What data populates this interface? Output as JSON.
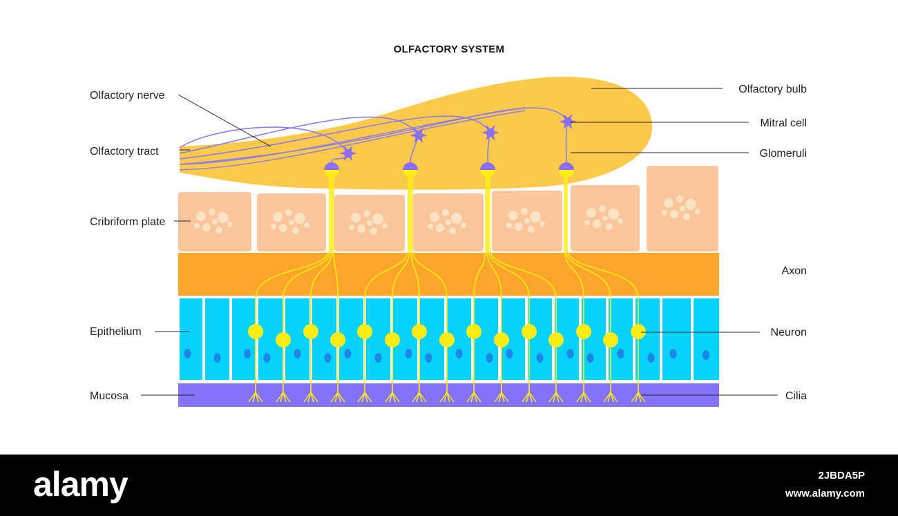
{
  "title": "OLFACTORY SYSTEM",
  "labels": {
    "olfactory_nerve": "Olfactory nerve",
    "olfactory_tract": "Olfactory tract",
    "cribriform_plate": "Cribriform plate",
    "epithelium": "Epithelium",
    "mucosa": "Mucosa",
    "olfactory_bulb": "Olfactory bulb",
    "mitral_cell": "Mitral cell",
    "glomeruli": "Glomeruli",
    "axon": "Axon",
    "neuron": "Neuron",
    "cilia": "Cilia"
  },
  "colors": {
    "bulb": "#fcc94a",
    "plate_cell": "#f9c59a",
    "plate_dot": "#fde3c3",
    "axon_band": "#fba62a",
    "epithelium": "#07d2fa",
    "nucleus": "#1d86e6",
    "mucosa": "#8473f8",
    "neuron": "#fbeb17",
    "nerve": "#8a7bf0",
    "mitral": "#8a6ff0"
  },
  "footer": {
    "brand": "alamy",
    "image_id": "2JBDA5P",
    "website": "www.alamy.com"
  }
}
